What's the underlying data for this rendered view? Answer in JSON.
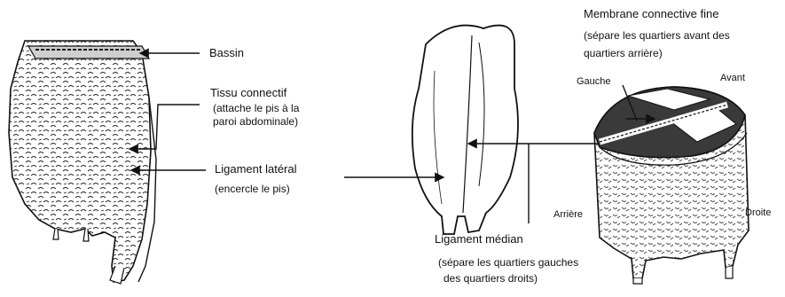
{
  "labels": {
    "bassin": "Bassin",
    "tissu_title": "Tissu connectif",
    "tissu_line1": "(attache le pis à la",
    "tissu_line2": "paroi abdominale)",
    "lig_lat_title": "Ligament latéral",
    "lig_lat_sub": "(encercle le pis)",
    "membrane_title": "Membrane connective fine",
    "membrane_line1": "(sépare les quartiers avant des",
    "membrane_line2": "quartiers arrière)",
    "gauche": "Gauche",
    "avant": "Avant",
    "arriere": "Arrière",
    "droite": "Droite",
    "lig_med_title": "Ligament médian",
    "lig_med_line1": "(sépare les quartiers gauches",
    "lig_med_line2": "des quartiers droits)"
  }
}
